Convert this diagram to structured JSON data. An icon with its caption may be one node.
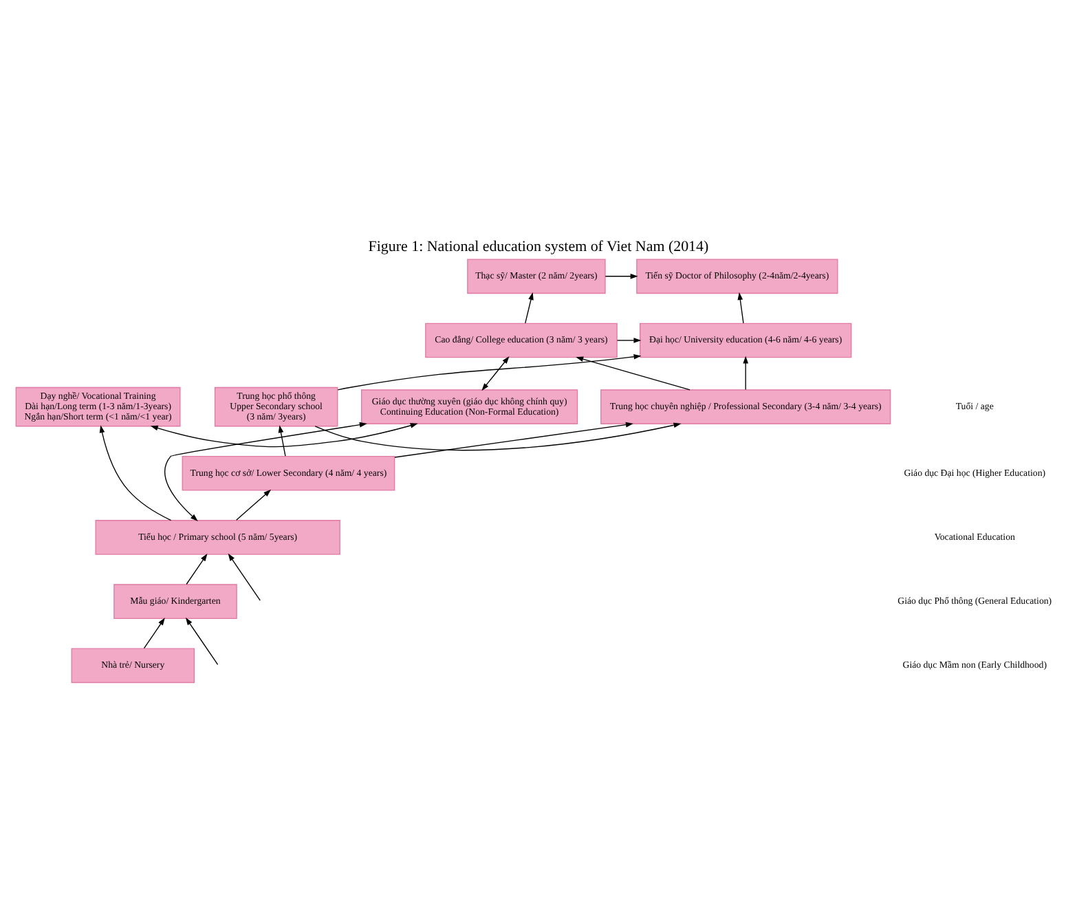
{
  "diagram": {
    "title": "Figure 1: National education system of Viet Nam (2014)",
    "nodes": [
      {
        "text": [
          "Tiến sỹ Doctor of Philosophy (2-4năm/2-4years)"
        ]
      },
      {
        "text": [
          "Thạc sỹ/ Master (2 năm/ 2years)"
        ]
      },
      {
        "text": [
          "Đại học/ University education (4-6 năm/ 4-6 years)"
        ]
      },
      {
        "text": [
          "Cao đẳng/ College education (3 năm/ 3 years)"
        ]
      },
      {
        "text": [
          "Trung học phổ thông",
          "Upper Secondary school",
          "(3 năm/ 3years)"
        ]
      },
      {
        "text": [
          "Trung học chuyên nghiệp / Professional Secondary (3-4 năm/ 3-4 years)"
        ]
      },
      {
        "text": [
          "Dạy nghề/ Vocational Training",
          "Dài hạn/Long term (1-3 năm/1-3years)",
          "Ngắn hạn/Short term (<1 năm/<1 year)"
        ]
      },
      {
        "text": [
          "Trung học cơ sở/ Lower Secondary (4 năm/ 4 years)"
        ]
      },
      {
        "text": [
          "Tiểu học / Primary school (5 năm/ 5years)"
        ]
      },
      {
        "text": [
          "Mẫu giáo/ Kindergarten"
        ]
      },
      {
        "text": [
          "Nhà trẻ/ Nursery"
        ]
      },
      {
        "text": [
          "Giáo dục thường xuyên (giáo dục không chính quy)",
          "Continuing Education (Non-Formal Education)"
        ]
      }
    ],
    "edges": [
      {
        "from": 1,
        "to": 0,
        "arrow": "to"
      },
      {
        "from": 2,
        "to": 0,
        "arrow": "to"
      },
      {
        "from": 3,
        "to": 2,
        "arrow": "to"
      },
      {
        "from": 3,
        "to": 1,
        "arrow": "to"
      },
      {
        "from": 3,
        "to": 11,
        "arrow": "both"
      },
      {
        "from": 4,
        "to": 2,
        "arrow": "to"
      },
      {
        "from": 5,
        "to": 2,
        "arrow": "to"
      },
      {
        "from": 5,
        "to": 3,
        "arrow": "to"
      },
      {
        "from": 4,
        "to": 5,
        "arrow": "to"
      },
      {
        "from": 6,
        "to": 11,
        "arrow": "both"
      },
      {
        "from": 7,
        "to": 4,
        "arrow": "to"
      },
      {
        "from": 7,
        "to": 5,
        "arrow": "to"
      },
      {
        "from": 8,
        "to": 7,
        "arrow": "to"
      },
      {
        "from": 8,
        "to": 6,
        "arrow": "to"
      },
      {
        "from": 8,
        "to": 11,
        "arrow": "both"
      },
      {
        "from": 9,
        "to": 8,
        "arrow": "to"
      },
      {
        "from": 10,
        "to": 9,
        "arrow": "to"
      },
      {
        "from": null,
        "to": 9,
        "arrow": "to"
      },
      {
        "from": null,
        "to": 8,
        "arrow": "to"
      }
    ],
    "labels": [
      "Tuổi / age",
      "Giáo dục Đại học (Higher Education)",
      "Vocational Education",
      "Giáo dục Phổ thông (General Education)",
      "Giáo dục Mầm non (Early Childhood)"
    ]
  }
}
